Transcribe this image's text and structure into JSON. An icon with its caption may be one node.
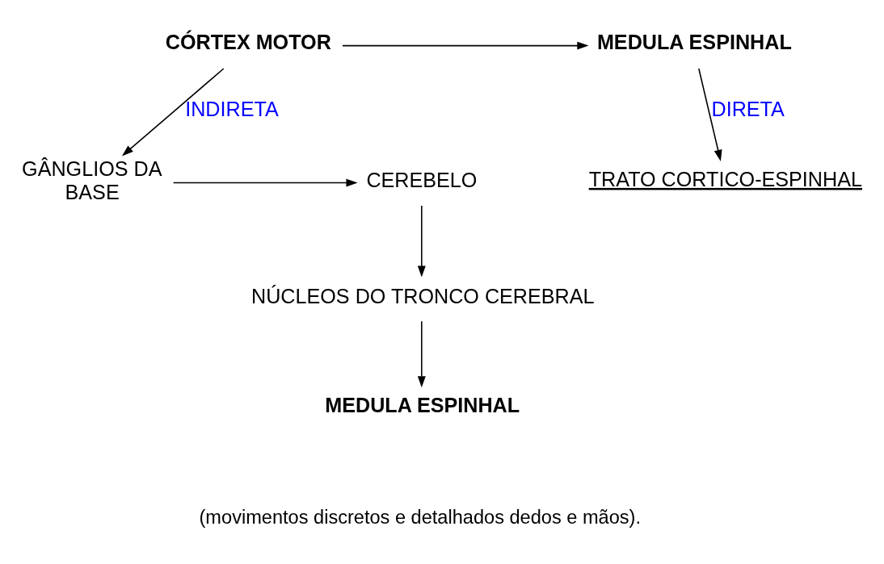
{
  "diagram": {
    "nodes": [
      {
        "text": [
          "CÓRTEX MOTOR"
        ]
      },
      {
        "text": [
          "MEDULA ESPINHAL"
        ]
      },
      {
        "text": [
          "TRATO CORTICO-ESPINHAL"
        ]
      },
      {
        "text": [
          "GÂNGLIOS DA BASE"
        ]
      },
      {
        "text": [
          "CEREBELO"
        ]
      },
      {
        "text": [
          "NÚCLEOS DO TRONCO CEREBRAL"
        ]
      },
      {
        "text": [
          "MEDULA ESPINHAL"
        ]
      }
    ],
    "edges": [
      {
        "from": 0,
        "to": 1,
        "arrow": "to"
      },
      {
        "from": 1,
        "to": 2,
        "arrow": "to",
        "label": "DIRETA"
      },
      {
        "from": 0,
        "to": 3,
        "arrow": "to",
        "label": "INDIRETA"
      },
      {
        "from": 3,
        "to": 4,
        "arrow": "to"
      },
      {
        "from": 4,
        "to": 5,
        "arrow": "to"
      },
      {
        "from": 5,
        "to": 6,
        "arrow": "to"
      }
    ],
    "labels": [
      "(movimentos discretos e detalhados dedos e mãos)."
    ]
  }
}
